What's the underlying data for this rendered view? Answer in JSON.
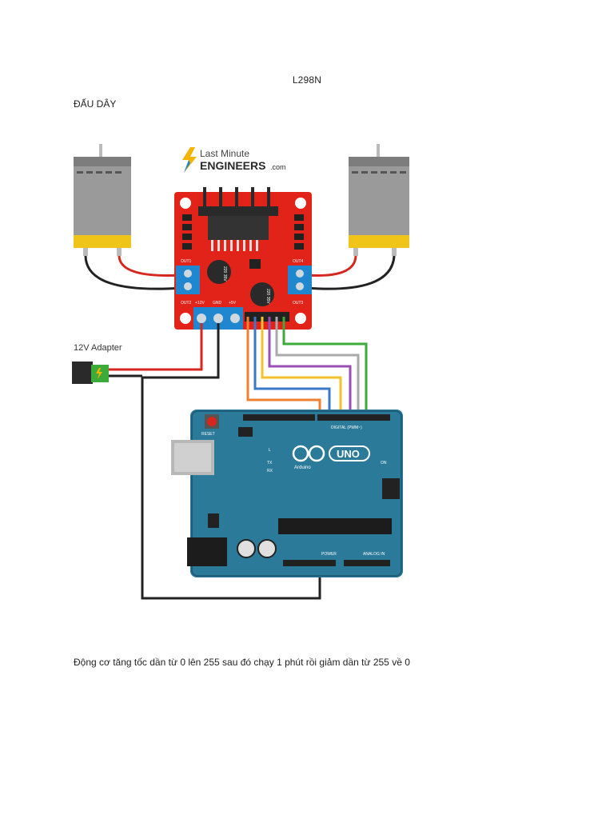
{
  "document": {
    "title": "L298N",
    "heading": "ĐẤU DÂY",
    "paragraph": "Động cơ tăng tốc dần từ 0 lên 255 sau đó chạy 1 phút rồi giảm dần từ 255 về 0"
  },
  "figure": {
    "logo_line1": "Last Minute",
    "logo_line2": "ENGINEERS",
    "logo_suffix": ".com",
    "adapter_label": "12V Adapter",
    "driver_labels": {
      "out1": "OUT1",
      "out2": "OUT2",
      "out3": "OUT3",
      "out4": "OUT4",
      "v12": "+12V",
      "gnd": "GND",
      "v5": "+5V",
      "cap_text": "220\n35V\nRVT"
    },
    "arduino_labels": {
      "reset": "RESET",
      "uno": "UNO",
      "brand": "Arduino",
      "digital": "DIGITAL (PWM~)",
      "power": "POWER",
      "analog": "ANALOG IN",
      "on": "ON",
      "tx": "TX",
      "rx": "RX",
      "l": "L"
    },
    "wire_colors": {
      "red": "#d7261e",
      "black": "#222222",
      "orange": "#f08030",
      "blue": "#3a78c8",
      "yellow": "#f2c12e",
      "purple": "#9a4fb5",
      "gray": "#aaaaaa",
      "green": "#3dab3a"
    },
    "board_colors": {
      "driver_red": "#e2231a",
      "arduino_teal": "#2b7a9a",
      "terminal_blue": "#1f86d0",
      "motor_yellow": "#f0c419"
    }
  }
}
